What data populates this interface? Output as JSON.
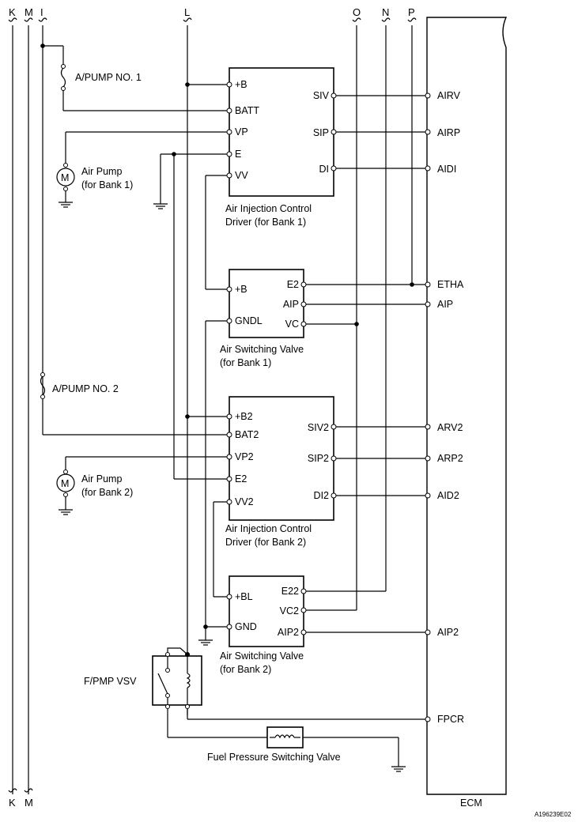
{
  "buses": {
    "K": "K",
    "M": "M",
    "I": "I",
    "L": "L",
    "O": "O",
    "N": "N",
    "P": "P"
  },
  "fuses": {
    "pump1": "A/PUMP NO. 1",
    "pump2": "A/PUMP NO. 2"
  },
  "motors": {
    "bank1_l1": "Air Pump",
    "bank1_l2": "(for Bank 1)",
    "bank2_l1": "Air Pump",
    "bank2_l2": "(for Bank 2)",
    "symbol": "M"
  },
  "driver1": {
    "pins_left": [
      "+B",
      "BATT",
      "VP",
      "E",
      "VV"
    ],
    "pins_right": [
      "SIV",
      "SIP",
      "DI"
    ],
    "caption_l1": "Air Injection Control",
    "caption_l2": "Driver (for Bank 1)"
  },
  "valve1": {
    "pins_left": [
      "+B",
      "GNDL"
    ],
    "pins_right": [
      "E2",
      "AIP",
      "VC"
    ],
    "caption_l1": "Air Switching Valve",
    "caption_l2": "(for Bank 1)"
  },
  "driver2": {
    "pins_left": [
      "+B2",
      "BAT2",
      "VP2",
      "E2",
      "VV2"
    ],
    "pins_right": [
      "SIV2",
      "SIP2",
      "DI2"
    ],
    "caption_l1": "Air Injection Control",
    "caption_l2": "Driver (for Bank 2)"
  },
  "valve2": {
    "pins_left": [
      "+BL",
      "GND"
    ],
    "pins_right": [
      "E22",
      "VC2",
      "AIP2"
    ],
    "caption_l1": "Air Switching Valve",
    "caption_l2": "(for Bank 2)"
  },
  "vsv": {
    "label": "F/PMP VSV"
  },
  "fuel_valve": {
    "label": "Fuel Pressure Switching Valve"
  },
  "ecm": {
    "label": "ECM",
    "pins": [
      "AIRV",
      "AIRP",
      "AIDI",
      "ETHA",
      "AIP",
      "ARV2",
      "ARP2",
      "AID2",
      "AIP2",
      "FPCR"
    ]
  },
  "figure_id": "A196239E02"
}
